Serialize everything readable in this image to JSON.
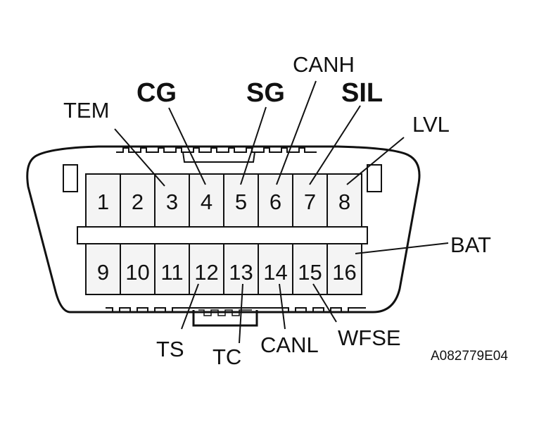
{
  "diagram": {
    "pins_top": [
      "1",
      "2",
      "3",
      "4",
      "5",
      "6",
      "7",
      "8"
    ],
    "pins_bottom": [
      "9",
      "10",
      "11",
      "12",
      "13",
      "14",
      "15",
      "16"
    ],
    "labels": {
      "tem": "TEM",
      "cg": "CG",
      "sg": "SG",
      "canh": "CANH",
      "sil": "SIL",
      "lvl": "LVL",
      "bat": "BAT",
      "ts": "TS",
      "tc": "TC",
      "canl": "CANL",
      "wfse": "WFSE"
    },
    "figure_code": "A082779E04",
    "colors": {
      "line": "#111111",
      "pin_fill": "#f4f4f4",
      "background": "#ffffff"
    }
  }
}
